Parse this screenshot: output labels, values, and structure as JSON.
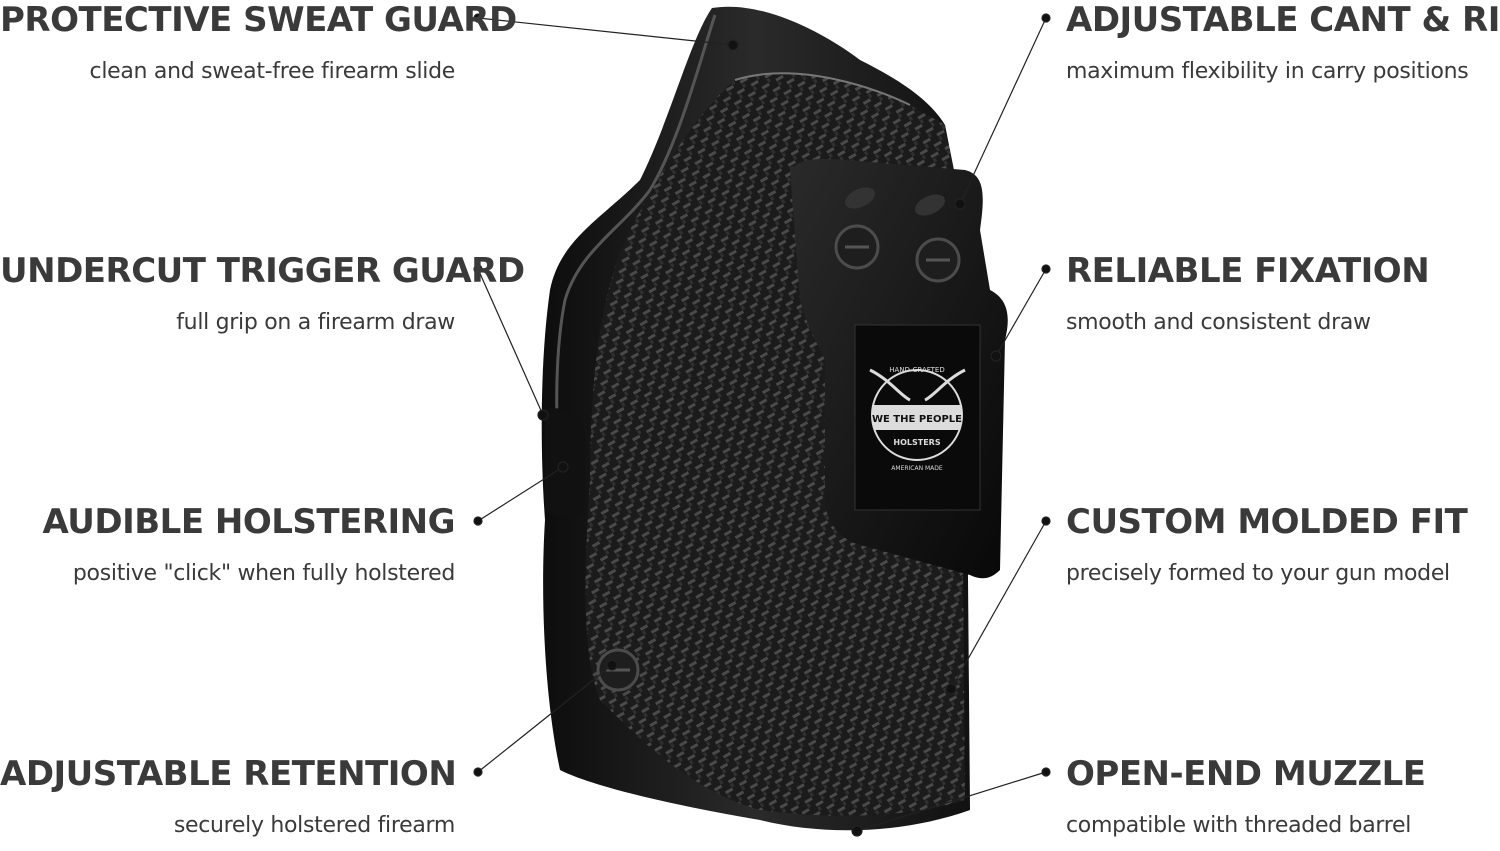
{
  "features_left": [
    {
      "title": "PROTECTIVE SWEAT GUARD",
      "desc": "clean and sweat-free firearm slide"
    },
    {
      "title": "UNDERCUT TRIGGER GUARD",
      "desc": "full grip on a firearm draw"
    },
    {
      "title": "AUDIBLE HOLSTERING",
      "desc": "positive \"click\" when fully holstered"
    },
    {
      "title": "ADJUSTABLE RETENTION",
      "desc": "securely holstered firearm"
    }
  ],
  "features_right": [
    {
      "title": "ADJUSTABLE CANT & RIDE",
      "desc": "maximum flexibility in carry positions"
    },
    {
      "title": "RELIABLE FIXATION",
      "desc": "smooth and consistent draw"
    },
    {
      "title": "CUSTOM MOLDED FIT",
      "desc": "precisely formed to your gun model"
    },
    {
      "title": "OPEN-END MUZZLE",
      "desc": "compatible with threaded barrel"
    }
  ],
  "logo": {
    "top_text": "HAND-CRAFTED",
    "banner": "WE THE PEOPLE",
    "sub": "HOLSTERS",
    "bottom": "AMERICAN MADE"
  },
  "colors": {
    "text": "#3a3a3a",
    "holster": "#1c1c1c",
    "clip": "#111111"
  }
}
